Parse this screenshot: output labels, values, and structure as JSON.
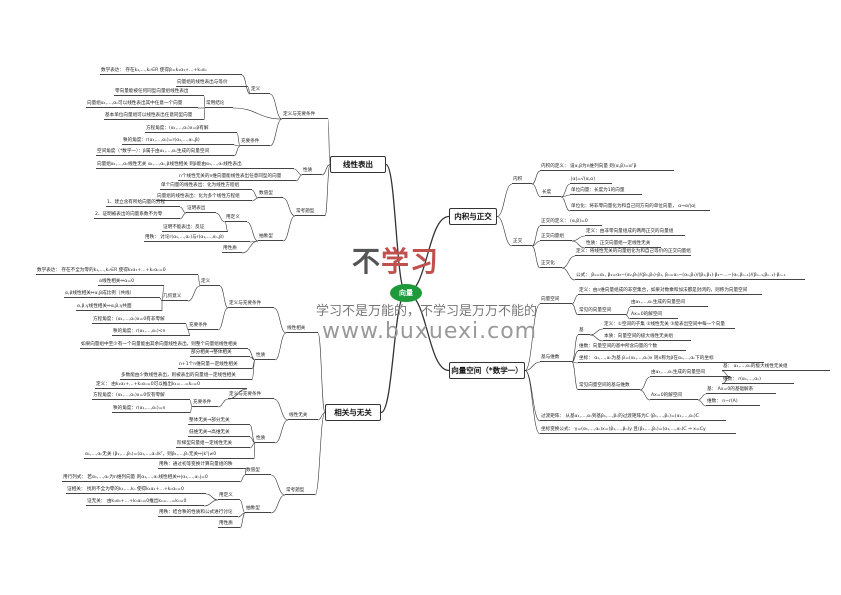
{
  "center": "向量",
  "watermark": {
    "brand_a": "不",
    "brand_b": "学习",
    "slogan": "学习不是万能的，不学习是万万不能的",
    "url": "www.buxuexi.com"
  },
  "topics": {
    "linear_rep": "线性表出",
    "dependence": "相关与无关",
    "inner": "内积与正交",
    "space": "向量空间（*数学一）"
  },
  "nodes": {
    "lr_def_cond": "定义与充要条件",
    "lr_def": "定义",
    "lr_def_math": "数学表达：  存在k₁,…,kₙ∈R   使得β=k₁α₁+…+kₙαₙ",
    "lr_def_equiv": "向量组的线性表出与等价",
    "lr_common": "常用结论",
    "lr_c1": "零向量能被任何同型向量组线性表出",
    "lr_c2": "向量组α₁,…,αₙ可以线性表出其中任意一个向量",
    "lr_c3": "基本单位向量组可以线性表出任意同型向量",
    "lr_cond": "充要条件",
    "lr_cond1": "方程角度：(α₁,…,αₙ)x=β有解",
    "lr_cond2": "秩的角度：r(α₁,…,αₙ)=r(α₁,…,αₙ,β)",
    "lr_cond3": "空间角度（*数学一）：β属于由α₁,…,αₙ生成的向量空间",
    "lr_prop": "性质",
    "lr_p1": "向量组α₁,…,αₙ线性无关  α₁,…,αₙ,β线性相关  则β能由α₁,…,αₙ线性表出",
    "lr_p2": "n个线性无关的n维向量能线性表出任意同型的向量",
    "lr_types": "常考题型",
    "lr_num": "数值型",
    "lr_n1": "单个向量的线性表出：化为线性方程组",
    "lr_n2": "向量组的线性表出：化为多个线性方程组",
    "lr_abs": "抽象型",
    "lr_usedef": "用定义",
    "lr_prove": "证明表出",
    "lr_pr1": "1、建立含有所给向量的方程",
    "lr_pr2": "2、证明被表出的向量系数不为零",
    "lr_prno": "证明不能表出：反证",
    "lr_rank": "用秩：  讨论r(α₁,…,αₙ)与r(α₁,…,αₙ,β)",
    "lr_useprop": "用性质",
    "dp": "线性相关",
    "dp_def_cond": "定义与充要条件",
    "dp_def": "定义",
    "dp_def_math": "数学表达：  存在不全为零的k₁,…,kₙ∈R  使得k₁α₁+…+kₙαₙ=0",
    "dp_geo": "几何意义",
    "dp_g1": "α线性相关⇔α=0",
    "dp_g2": "α,β线性相关⇔α,β成比例（共线）",
    "dp_g3": "α,β,γ线性相关⇔α,β,γ共面",
    "dp_cond": "充要条件",
    "dp_c1": "方程角度：(α₁,…,αₙ)x=0有非零解",
    "dp_c2": "秩的角度：r(α₁,…,αₙ)<n",
    "dp_prop": "性质",
    "dp_p1": "如果向量组中至少有一个向量能由其余向量线性表出，则整个向量组线性相关",
    "dp_p2": "部分相关⇒整体相关",
    "dp_p3": "n+1个n维向量一定线性相关",
    "dp_p4": "多数能由少数线性表出，则被表出的向量组一定线性相关",
    "id": "线性无关",
    "id_def_cond": "定义与充要条件",
    "id_def": "定义：  由k₁α₁+…+kₙαₙ=0可以推出k₁=…=kₙ=0",
    "id_cond": "充要条件",
    "id_c1": "方程角度：(α₁,…,αₙ)x=0仅有零解",
    "id_c2": "秩的角度：r(α₁,…,αₙ)=n",
    "id_prop": "性质",
    "id_p1": "整体无关⇒部分无关",
    "id_p2": "低维无关⇒高维无关",
    "id_p3": "阶梯型向量组一定线性无关",
    "id_p4": "α₁,…,αₙ无关  (β₁,…,βₙ)=(α₁,…,αₙ)kᵀ，则β₁,…,βₙ无关⇔|kᵀ|≠0",
    "dp_types": "常考题型",
    "dp_num": "数值型",
    "dp_n1": "用秩：通过初等变换计算向量组的秩",
    "dp_n2": "用行列式：  若α₁,…,αₙ为n维列向量  则α₁,…,αₙ线性相关⇔|α₁,…,αₙ|=0",
    "dp_abs": "抽象型",
    "dp_usedef": "用定义",
    "dp_a1": "证相关：  找到不全为零的k₁,…,kₙ  使得k₁α₁+…+kₙαₙ=0",
    "dp_a2": "证无关：  由k₁α₁+…+kₙαₙ=0推出k₁=…=kₙ=0",
    "dp_a3": "用秩：结合秩的性质和公式进行讨论",
    "dp_useprop": "用性质",
    "in_inner": "内积",
    "in_def": "内积的定义：  设α,β为n维列向量  则(α,β)=αᵀβ",
    "in_len": "长度",
    "in_len1": "|α|=√(α,α)",
    "in_len2": "单位向量：长度为1的向量",
    "in_len3": "单位化：将非零向量化为和自己同方向的单位向量，  α→α/|α|",
    "in_orth": "正交",
    "in_o_def": "正交的定义：  (α,β)=0",
    "in_oset": "正交向量组",
    "in_oset1": "定义：由非零向量组成的两两正交的向量组",
    "in_oset2": "性质：正交向量组一定线性无关",
    "in_oz": "正交化",
    "in_oz1": "定义：将线性无关的向量组化为和自己等价的正交向量组",
    "in_oz2": "公式：  β₁=α₁, β₂=α₂−(α₂,β₁)/(β₁,β₁)·β₁, βₙ=αₙ−(αₙ,β₁)/(β₁,β₁)·β₁−…−(αₙ,βₙ₋₁)/(βₙ₋₁,βₙ₋₁)·βₙ₋₁",
    "sp_space": "向量空间",
    "sp_def": "定义：由n维向量组成的非空集合，如果对数乘和加法都是封闭的，则称为向量空间",
    "sp_common": "常见的向量空间",
    "sp_c1": "由α₁,…,αₙ生成的向量空间",
    "sp_c2": "Ax=0的解空间",
    "sp_basis_dim": "基与维数",
    "sp_basis": "基",
    "sp_b1": "定义：①空间的子集  ②线性无关  ③能表出空间中每一个向量",
    "sp_b2": "本质：向量空间的极大线性无关组",
    "sp_dim": "维数：向量空间的基中所含向量的个数",
    "sp_coord": "坐标：   α₁,…,αₙ为基    β=(α₁,…,αₙ)x    则x称为β在α₁,…,αₙ下的坐标",
    "sp_cbd": "常见向量空间的基与维数",
    "sp_cbd1": "由α₁,…,αₙ生成的向量空间",
    "sp_cbd1a": "基：  α₁,…,αₙ的极大线性无关组",
    "sp_cbd1b": "维数：  r(α₁,…,αₙ)",
    "sp_cbd2": "Ax=0的解空间",
    "sp_cbd2a": "基：  Ax=0的基础解系",
    "sp_cbd2b": "维数：  n−r(A)",
    "sp_trans": "过渡矩阵：  从基α₁,…,αₙ到基β₁,…,βₙ的过渡矩阵为C   (β₁,…,βₙ)=(α₁,…,αₙ)C",
    "sp_coordtrans": "坐标变换公式：  γ=(α₁,…,αₙ)x=(β₁,…,βₙ)y 且(β₁,…,βₙ)=(α₁,…,αₙ)C ⇒ x=Cy"
  }
}
